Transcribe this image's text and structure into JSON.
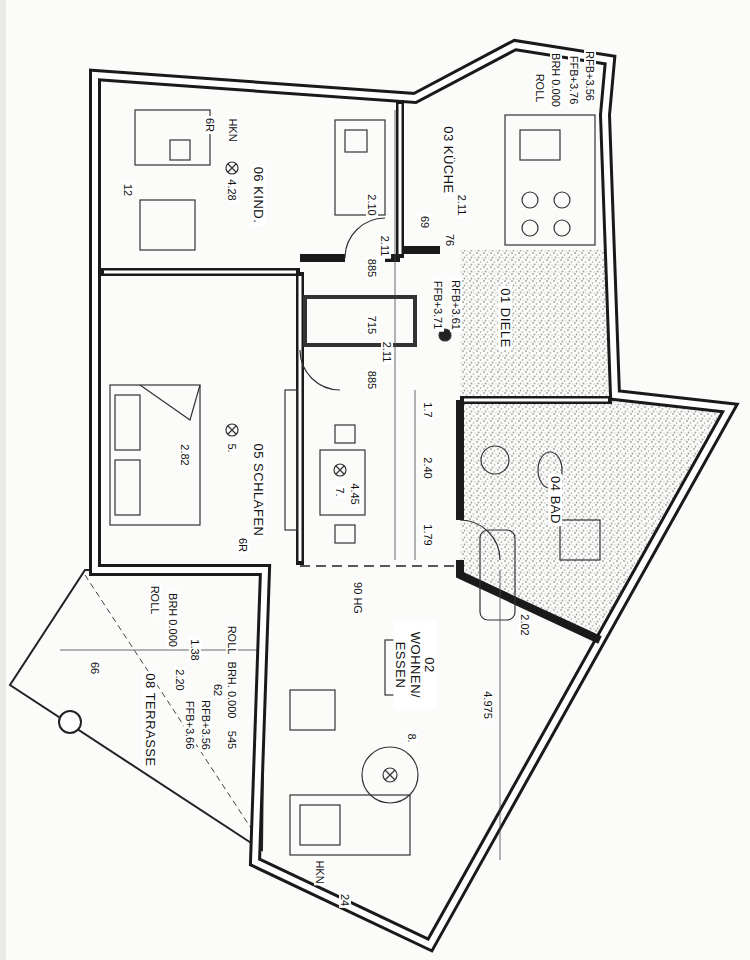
{
  "diagram": {
    "nodes": [
      {
        "text": [
          "01 DIELE"
        ]
      },
      {
        "text": [
          "02 WOHNEN/ ESSEN"
        ]
      },
      {
        "text": [
          "03 KÜCHE"
        ]
      },
      {
        "text": [
          "04 BAD"
        ]
      },
      {
        "text": [
          "05 SCHLAFEN"
        ]
      },
      {
        "text": [
          "06 KIND."
        ]
      },
      {
        "text": [
          "08 TERRASSE"
        ]
      }
    ],
    "labels": [
      "HKN",
      "6R",
      "4.28",
      "2.10",
      "12",
      "2.11",
      "76",
      "69",
      "2.11",
      "885",
      "715",
      "885",
      "2.11",
      "FFB+3.71",
      "RFB+3.61",
      "1.7",
      "2.40",
      "1.79",
      "7.",
      "4.45",
      "5.",
      "2.82",
      "6R",
      "90 HG",
      "ROLL",
      "BRH 0.000",
      "ROLL",
      "BRH. 0.000",
      "1.38",
      "2.20",
      "66",
      "62",
      "FFB+3.66",
      "RFB+3.56",
      "545",
      "4.975",
      "8.",
      "2.02",
      "HKN",
      "24",
      "BRH 0.000",
      "ROLL",
      "FFB+3.76",
      "RFB+3.56"
    ]
  }
}
